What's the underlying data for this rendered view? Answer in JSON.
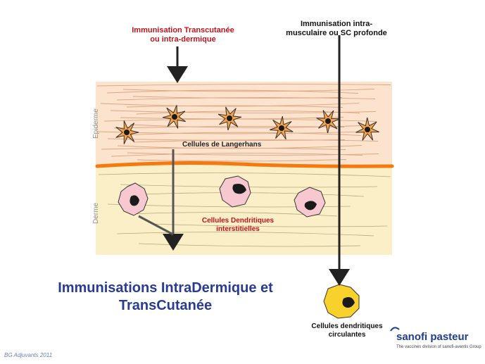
{
  "labels": {
    "transcutanee": [
      "Immunisation Transcutanée",
      "ou intra-dermique"
    ],
    "intramusculaire": [
      "Immunisation intra-",
      "musculaire ou SC profonde"
    ],
    "langerhans": "Cellules de Langerhans",
    "dendritiques_interstitielles": [
      "Cellules Dendritiques",
      "interstitielles"
    ],
    "epiderme": "Epiderme",
    "derme": "Derme",
    "circulantes": [
      "Cellules dendritiques",
      "circulantes"
    ]
  },
  "title": [
    "Immunisations IntraDermique et",
    "TransCutanée"
  ],
  "footer": "BG Adjuvants 2011",
  "logo": {
    "name": "sanofi pasteur",
    "tagline": "The vaccines division of sanofi-aventis Group"
  },
  "colors": {
    "epidermis": "#fbe3cd",
    "dermis": "#fbefc7",
    "fiber": "#d99a74",
    "basal_line": "#f47a10",
    "langerhans_cell": "#f6a24a",
    "interstitial_cell": "#f7c8d0",
    "circulating_cell": "#f8d12c",
    "arrow": "#222222",
    "title": "#283c96",
    "label_red": "#c0141c"
  }
}
